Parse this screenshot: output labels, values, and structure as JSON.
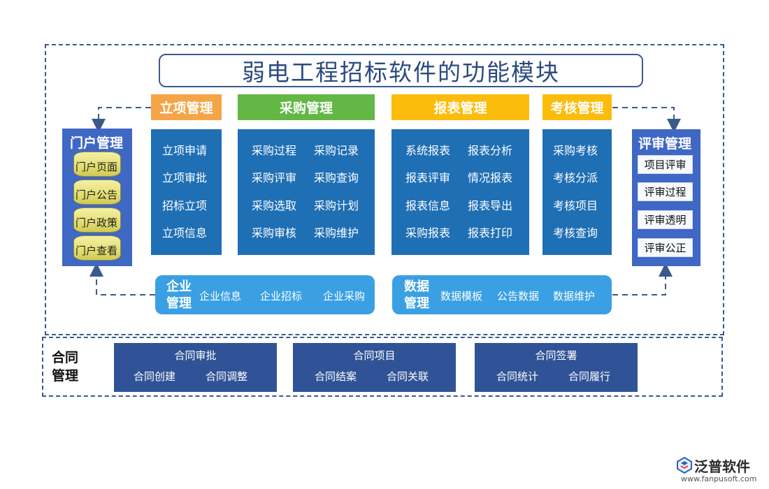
{
  "title": "弱电工程招标软件的功能模块",
  "columns": [
    {
      "header": "立项管理",
      "color": "#f5a547",
      "items": [
        "立项申请",
        "立项审批",
        "招标立项",
        "立项信息"
      ]
    },
    {
      "header": "采购管理",
      "color": "#62b745",
      "items": [
        "采购过程",
        "采购记录",
        "采购评审",
        "采购查询",
        "采购选取",
        "采购计划",
        "采购审核",
        "采购维护"
      ]
    },
    {
      "header": "报表管理",
      "color": "#fcbc0c",
      "items": [
        "系统报表",
        "报表分析",
        "报表评审",
        "情况报表",
        "报表信息",
        "报表导出",
        "采购报表",
        "报表打印"
      ]
    },
    {
      "header": "考核管理",
      "color": "#fcbc0c",
      "items": [
        "采购考核",
        "考核分派",
        "考核项目",
        "考核查询"
      ]
    }
  ],
  "portal": {
    "title": "门户管理",
    "items": [
      "门户页面",
      "门户公告",
      "门户政策",
      "门户查看"
    ]
  },
  "review": {
    "title": "评审管理",
    "items": [
      "项目评审",
      "评审过程",
      "评审透明",
      "评审公正"
    ]
  },
  "enterprise": {
    "title_line1": "企业",
    "title_line2": "管理",
    "items": [
      "企业信息",
      "企业招标",
      "企业采购"
    ]
  },
  "data_mgmt": {
    "title_line1": "数据",
    "title_line2": "管理",
    "items": [
      "数据模板",
      "公告数据",
      "数据维护"
    ]
  },
  "contract": {
    "label_line1": "合同",
    "label_line2": "管理",
    "groups": [
      {
        "top": "合同审批",
        "left": "合同创建",
        "right": "合同调整"
      },
      {
        "top": "合同项目",
        "left": "合同结案",
        "right": "合同关联"
      },
      {
        "top": "合同签署",
        "left": "合同统计",
        "right": "合同履行"
      }
    ]
  },
  "logo": {
    "name": "泛普软件",
    "url": "www.fanpusoft.com",
    "icon": "fanpu-logo-icon"
  },
  "colors": {
    "column_bg": "#1f6fb5",
    "side_bg": "#3f67c4",
    "pill_bg": "#3aa0e3",
    "contract_bg": "#2f5396",
    "dash": "#3b5a8c"
  }
}
